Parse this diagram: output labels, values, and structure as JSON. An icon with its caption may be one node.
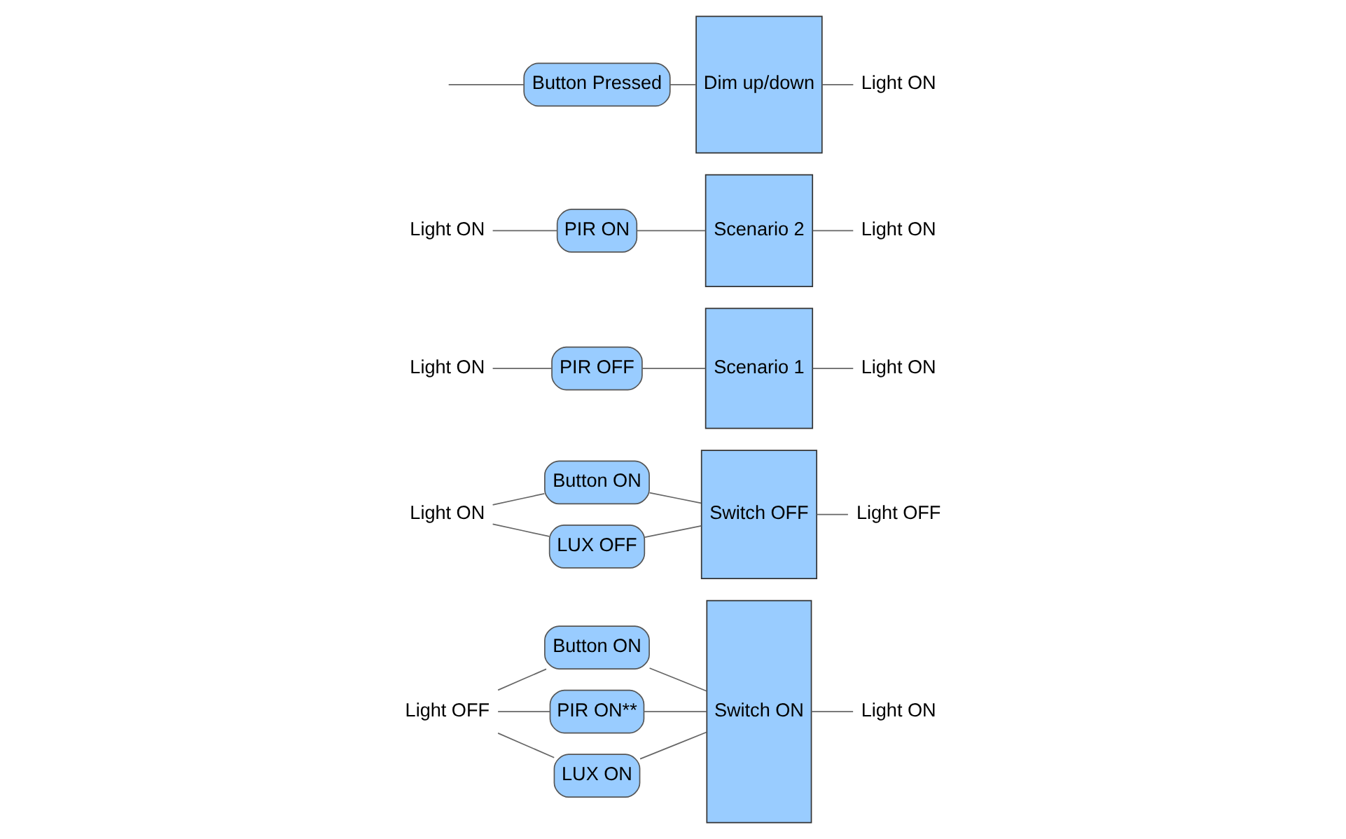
{
  "diagram": {
    "nodes": [
      {
        "text": [
          "Light OFF"
        ]
      },
      {
        "text": [
          "Button ON"
        ]
      },
      {
        "text": [
          "PIR ON**"
        ]
      },
      {
        "text": [
          "LUX ON"
        ]
      },
      {
        "text": [
          "Switch ON"
        ]
      },
      {
        "text": [
          "Light ON"
        ]
      },
      {
        "text": [
          "Light ON"
        ]
      },
      {
        "text": [
          "Button ON"
        ]
      },
      {
        "text": [
          "LUX OFF"
        ]
      },
      {
        "text": [
          "Switch OFF"
        ]
      },
      {
        "text": [
          "Light OFF"
        ]
      },
      {
        "text": [
          "Light ON"
        ]
      },
      {
        "text": [
          "PIR OFF"
        ]
      },
      {
        "text": [
          "Scenario 1"
        ]
      },
      {
        "text": [
          "Light ON"
        ]
      },
      {
        "text": [
          "Light ON"
        ]
      },
      {
        "text": [
          "PIR ON"
        ]
      },
      {
        "text": [
          "Scenario 2"
        ]
      },
      {
        "text": [
          "Light ON"
        ]
      },
      {
        "text": [
          "Button Pressed"
        ]
      },
      {
        "text": [
          "Dim up/down"
        ]
      },
      {
        "text": [
          "Light ON"
        ]
      }
    ],
    "edges": [
      {
        "from": 0,
        "to": 1,
        "arrow": "none"
      },
      {
        "from": 0,
        "to": 2,
        "arrow": "none"
      },
      {
        "from": 0,
        "to": 3,
        "arrow": "none"
      },
      {
        "from": 1,
        "to": 4,
        "arrow": "none"
      },
      {
        "from": 2,
        "to": 4,
        "arrow": "none"
      },
      {
        "from": 3,
        "to": 4,
        "arrow": "none"
      },
      {
        "from": 4,
        "to": 5,
        "arrow": "none"
      },
      {
        "from": 6,
        "to": 7,
        "arrow": "none"
      },
      {
        "from": 6,
        "to": 8,
        "arrow": "none"
      },
      {
        "from": 7,
        "to": 9,
        "arrow": "none"
      },
      {
        "from": 8,
        "to": 9,
        "arrow": "none"
      },
      {
        "from": 9,
        "to": 10,
        "arrow": "none"
      },
      {
        "from": 11,
        "to": 12,
        "arrow": "none"
      },
      {
        "from": 12,
        "to": 13,
        "arrow": "none"
      },
      {
        "from": 13,
        "to": 14,
        "arrow": "none"
      },
      {
        "from": 15,
        "to": 16,
        "arrow": "none"
      },
      {
        "from": 16,
        "to": 17,
        "arrow": "none"
      },
      {
        "from": 17,
        "to": 18,
        "arrow": "none"
      },
      {
        "from": null,
        "to": 19,
        "arrow": "none"
      },
      {
        "from": 19,
        "to": 20,
        "arrow": "none"
      },
      {
        "from": 20,
        "to": 21,
        "arrow": "none"
      }
    ]
  }
}
